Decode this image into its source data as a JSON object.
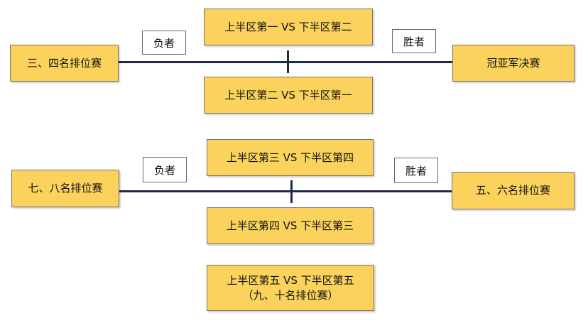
{
  "groups": [
    {
      "left_label": "三、四名排位赛",
      "loser_label": "负者",
      "winner_label": "胜者",
      "right_label": "冠亚军决赛",
      "match_top": "上半区第一 VS 下半区第二",
      "match_bottom": "上半区第二 VS 下半区第一"
    },
    {
      "left_label": "七、八名排位赛",
      "loser_label": "负者",
      "winner_label": "胜者",
      "right_label": "五、六名排位赛",
      "match_top": "上半区第三 VS 下半区第四",
      "match_bottom": "上半区第四 VS 下半区第三"
    }
  ],
  "final_match": {
    "line1": "上半区第五 VS 下半区第五",
    "line2": "（九、十名排位赛）"
  },
  "colors": {
    "box_fill": "#fbd35c",
    "line": "#1f2a4a",
    "border": "#7a7266"
  }
}
